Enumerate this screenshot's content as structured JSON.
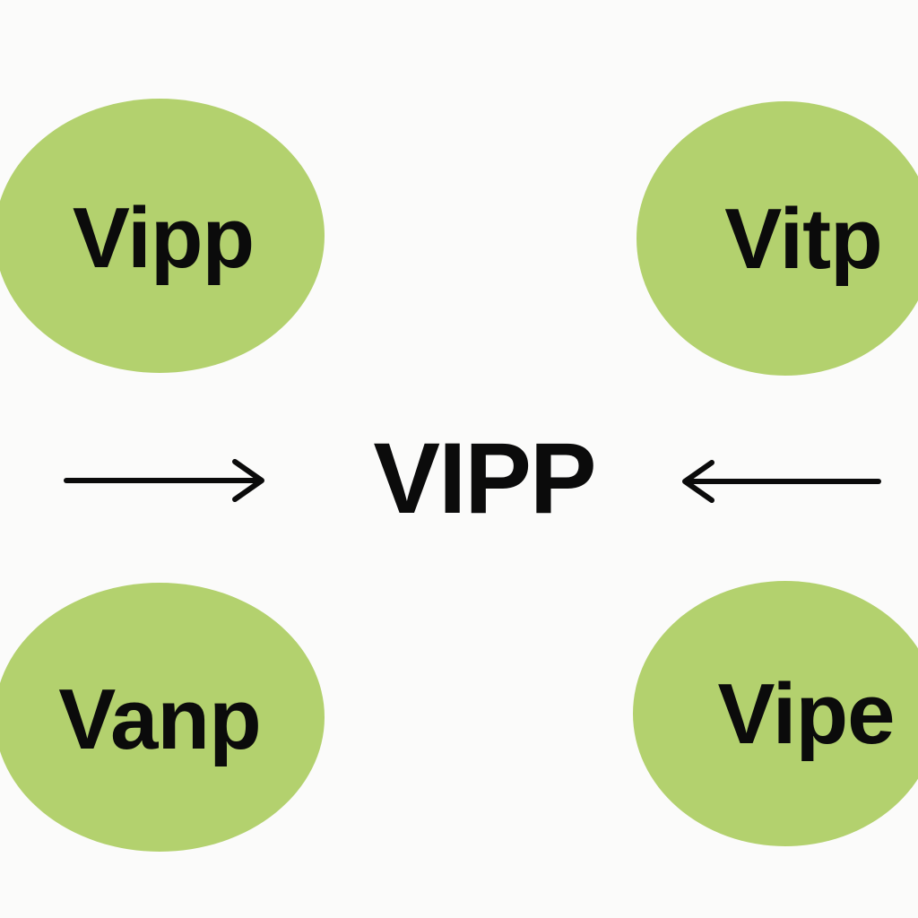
{
  "colors": {
    "background": "#fbfbfa",
    "node_fill": "#b3d16e",
    "text": "#0b0b0b",
    "arrow": "#0b0b0b"
  },
  "nodes": {
    "top_left": {
      "label": "Vipp"
    },
    "top_right": {
      "label": "Vitp"
    },
    "bottom_left": {
      "label": "Vanp"
    },
    "bottom_right": {
      "label": "Vipe"
    }
  },
  "center": {
    "label": "VIPP"
  },
  "arrows": {
    "left": {
      "direction": "right",
      "icon": "arrow-right-icon"
    },
    "right": {
      "direction": "left",
      "icon": "arrow-left-icon"
    }
  }
}
